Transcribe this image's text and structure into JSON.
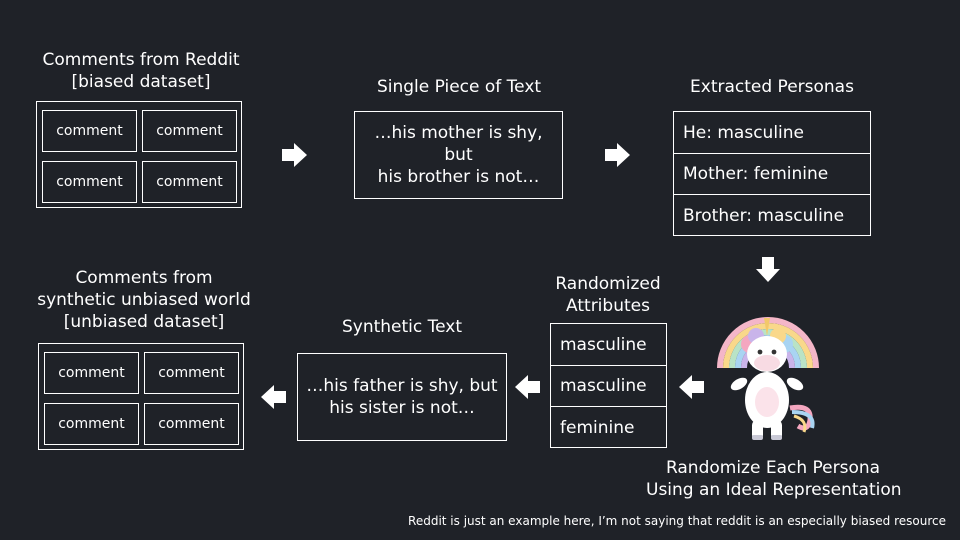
{
  "reddit_section": {
    "title_line1": "Comments from Reddit",
    "title_line2": "[biased dataset]",
    "comments": [
      "comment",
      "comment",
      "comment",
      "comment"
    ]
  },
  "single_text": {
    "title": "Single Piece of Text",
    "line1": "…his mother is shy, but",
    "line2": "his brother is not…"
  },
  "personas": {
    "title": "Extracted Personas",
    "items": [
      "He: masculine",
      "Mother: feminine",
      "Brother: masculine"
    ]
  },
  "randomized": {
    "title_line1": "Randomized",
    "title_line2": "Attributes",
    "items": [
      "masculine",
      "masculine",
      "feminine"
    ]
  },
  "unicorn": {
    "caption_line1": "Randomize Each Persona",
    "caption_line2": "Using an Ideal Representation"
  },
  "synthetic_text": {
    "title": "Synthetic Text",
    "line1": "…his father is shy, but",
    "line2": "his sister is not…"
  },
  "unbiased_section": {
    "title_line1": "Comments from",
    "title_line2": "synthetic unbiased world",
    "title_line3": "[unbiased dataset]",
    "comments": [
      "comment",
      "comment",
      "comment",
      "comment"
    ]
  },
  "footnote": "Reddit is just an example here, I’m not saying that reddit is an especially biased resource",
  "colors": {
    "background": "#1f2228",
    "foreground": "#ffffff"
  }
}
